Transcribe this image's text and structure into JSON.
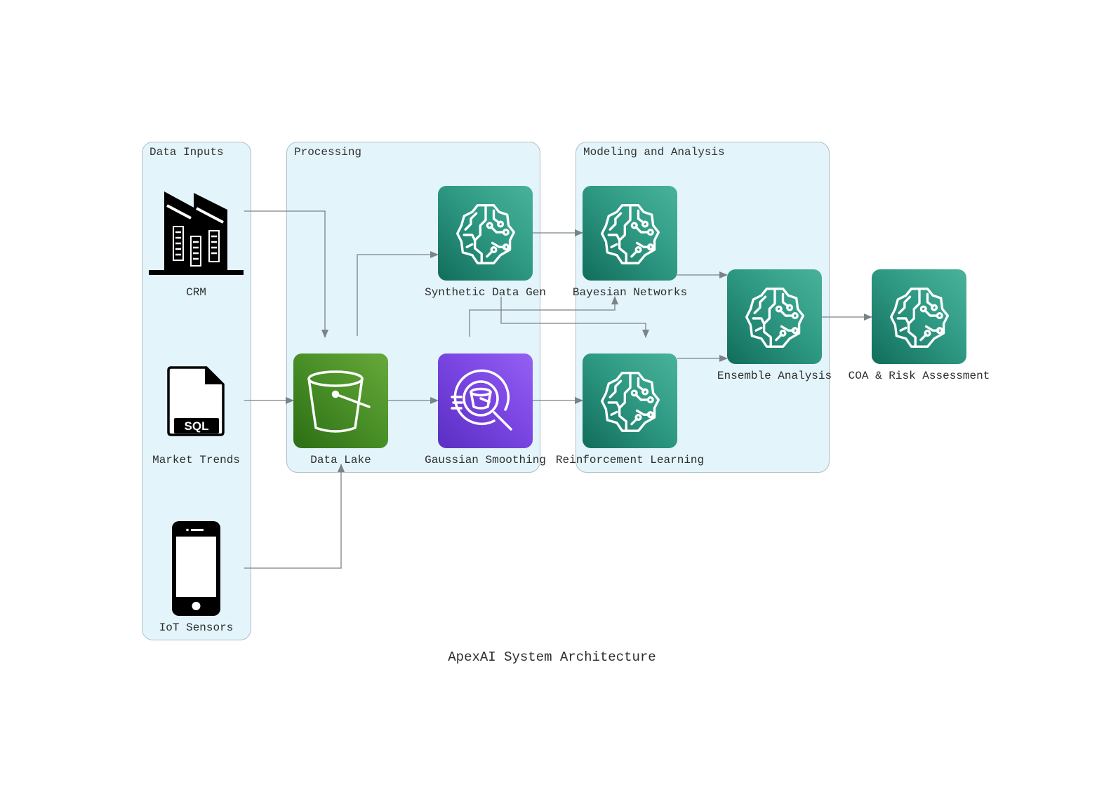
{
  "title": "ApexAI System Architecture",
  "clusters": {
    "inputs": "Data Inputs",
    "processing": "Processing",
    "modeling": "Modeling and Analysis"
  },
  "nodes": {
    "crm": "CRM",
    "market_trends": "Market Trends",
    "iot_sensors": "IoT Sensors",
    "data_lake": "Data Lake",
    "synthetic_data_gen": "Synthetic Data Gen",
    "gaussian_smoothing": "Gaussian Smoothing",
    "bayesian_networks": "Bayesian Networks",
    "reinforcement_learning": "Reinforcement Learning",
    "ensemble_analysis": "Ensemble Analysis",
    "coa_risk": "COA & Risk Assessment"
  },
  "colors": {
    "cluster_fill": "#e3f4fb",
    "cluster_border": "#b3bec6",
    "edge": "#7b8288",
    "ml_tile": "#2f9a84",
    "storage_tile": "#4b9128",
    "search_tile": "#7b46e3"
  },
  "icons": {
    "crm": "factory-icon",
    "market_trends": "sql-file-icon",
    "iot_sensors": "mobile-phone-icon",
    "data_lake": "bucket-icon",
    "gaussian_smoothing": "bucket-search-icon",
    "ml_nodes": "brain-circuit-icon"
  }
}
